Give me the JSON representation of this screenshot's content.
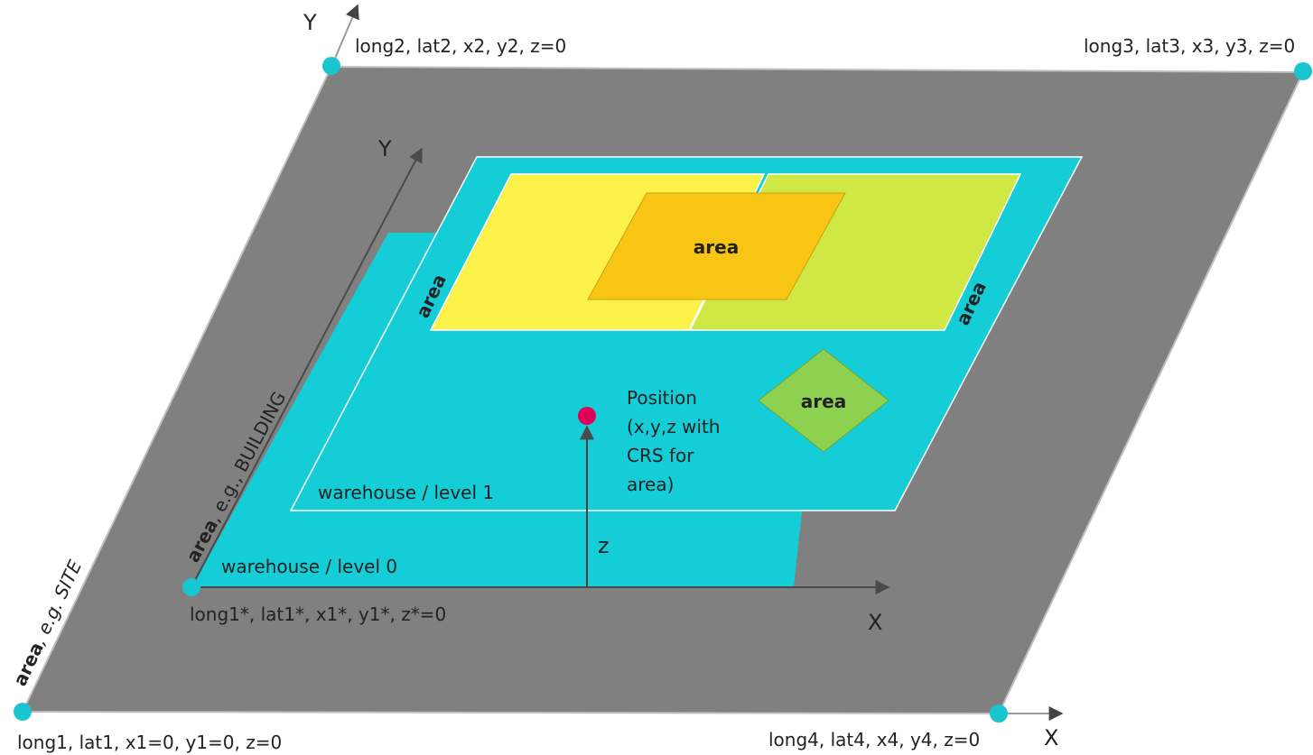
{
  "colors": {
    "site": "#808080",
    "building_level0": "#14cdd6",
    "level1": "#14cdd6",
    "yellow": "#fbf148",
    "lime": "#d0e843",
    "orange": "#f8c514",
    "diamond": "#8ed04f",
    "position_dot": "#e0005a",
    "corner_dot": "#19c6cf"
  },
  "site": {
    "corner_bl": "long1, lat1, x1=0, y1=0, z=0",
    "corner_tl": "long2, lat2, x2, y2, z=0",
    "corner_tr": "long3, lat3, x3, y3, z=0",
    "corner_br": "long4, lat4, x4, y4, z=0",
    "axis_x": "X",
    "axis_y": "Y",
    "side_label_bold": "area",
    "side_label_rest": ", e.g. SITE"
  },
  "building": {
    "origin": "long1*, lat1*, x1*, y1*, z*=0",
    "axis_x": "X",
    "axis_y": "Y",
    "side_label_bold": "area",
    "side_label_rest": ", e.g., BUILDING",
    "level0_label": "warehouse / level 0",
    "level1_label": "warehouse / level 1"
  },
  "areas": {
    "center": "area",
    "left": "area",
    "right": "area",
    "diamond": "area"
  },
  "position": {
    "line1": "Position",
    "line2": "(x,y,z with",
    "line3": "CRS for",
    "line4": "area)",
    "z_label": "z"
  }
}
